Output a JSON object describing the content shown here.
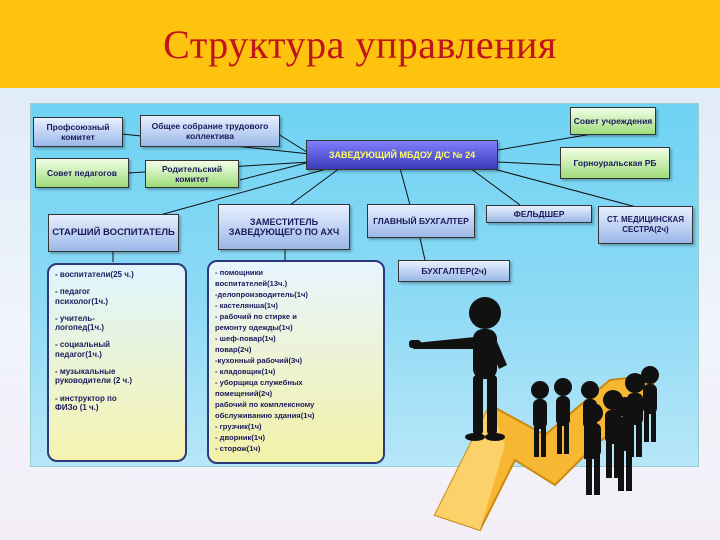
{
  "title": "Структура управления",
  "boxes": {
    "profsoyuz": "Профсоюзный комитет",
    "sobranie": "Общее собрание трудового коллектива",
    "sovet_uchr": "Совет учреждения",
    "sovet_ped": "Совет педагогов",
    "rodit": "Родительский комитет",
    "zaved": "ЗАВЕДУЮЩИЙ МБДОУ Д/С № 24",
    "gorno": "Горноуральская РБ",
    "starsh": "СТАРШИЙ ВОСПИТАТЕЛЬ",
    "zam": "ЗАМЕСТИТЕЛЬ ЗАВЕДУЮЩЕГО ПО АХЧ",
    "glav_buh": "ГЛАВНЫЙ БУХГАЛТЕР",
    "feldsher": "ФЕЛЬДШЕР",
    "med_sestra": "СТ. МЕДИЦИНСКАЯ СЕСТРА(2ч)",
    "buh": "БУХГАЛТЕР(2ч)"
  },
  "left_list": [
    "- воспитатели(25 ч.)",
    "- педагог",
    "психолог(1ч.)",
    "- учитель-",
    "логопед(1ч.)",
    "- социальный",
    "педагог(1ч.)",
    "- музыкальные",
    "руководители (2 ч.)",
    "- инструктор по",
    "ФИЗо (1 ч.)"
  ],
  "mid_list": [
    "- помощники",
    "воспитателей(13ч.)",
    "-делопроизводитель(1ч)",
    "- кастелянша(1ч)",
    "- рабочий по стирке и",
    "ремонту одежды(1ч)",
    "- шеф-повар(1ч)",
    "повар(2ч)",
    "-кухонный рабочий(3ч)",
    "- кладовщик(1ч)",
    "- уборщица служебных",
    "помещений(2ч)",
    " рабочий по комплексному",
    "обслуживанию здания(1ч)",
    "- грузчик(1ч)",
    "- дворник(1ч)",
    "- сторож(1ч)"
  ],
  "colors": {
    "title_bg": "#fdc30f",
    "title_text": "#c0141b",
    "panel": "#8ad9f5",
    "arrow": "#f7b733",
    "figure": "#111111"
  }
}
